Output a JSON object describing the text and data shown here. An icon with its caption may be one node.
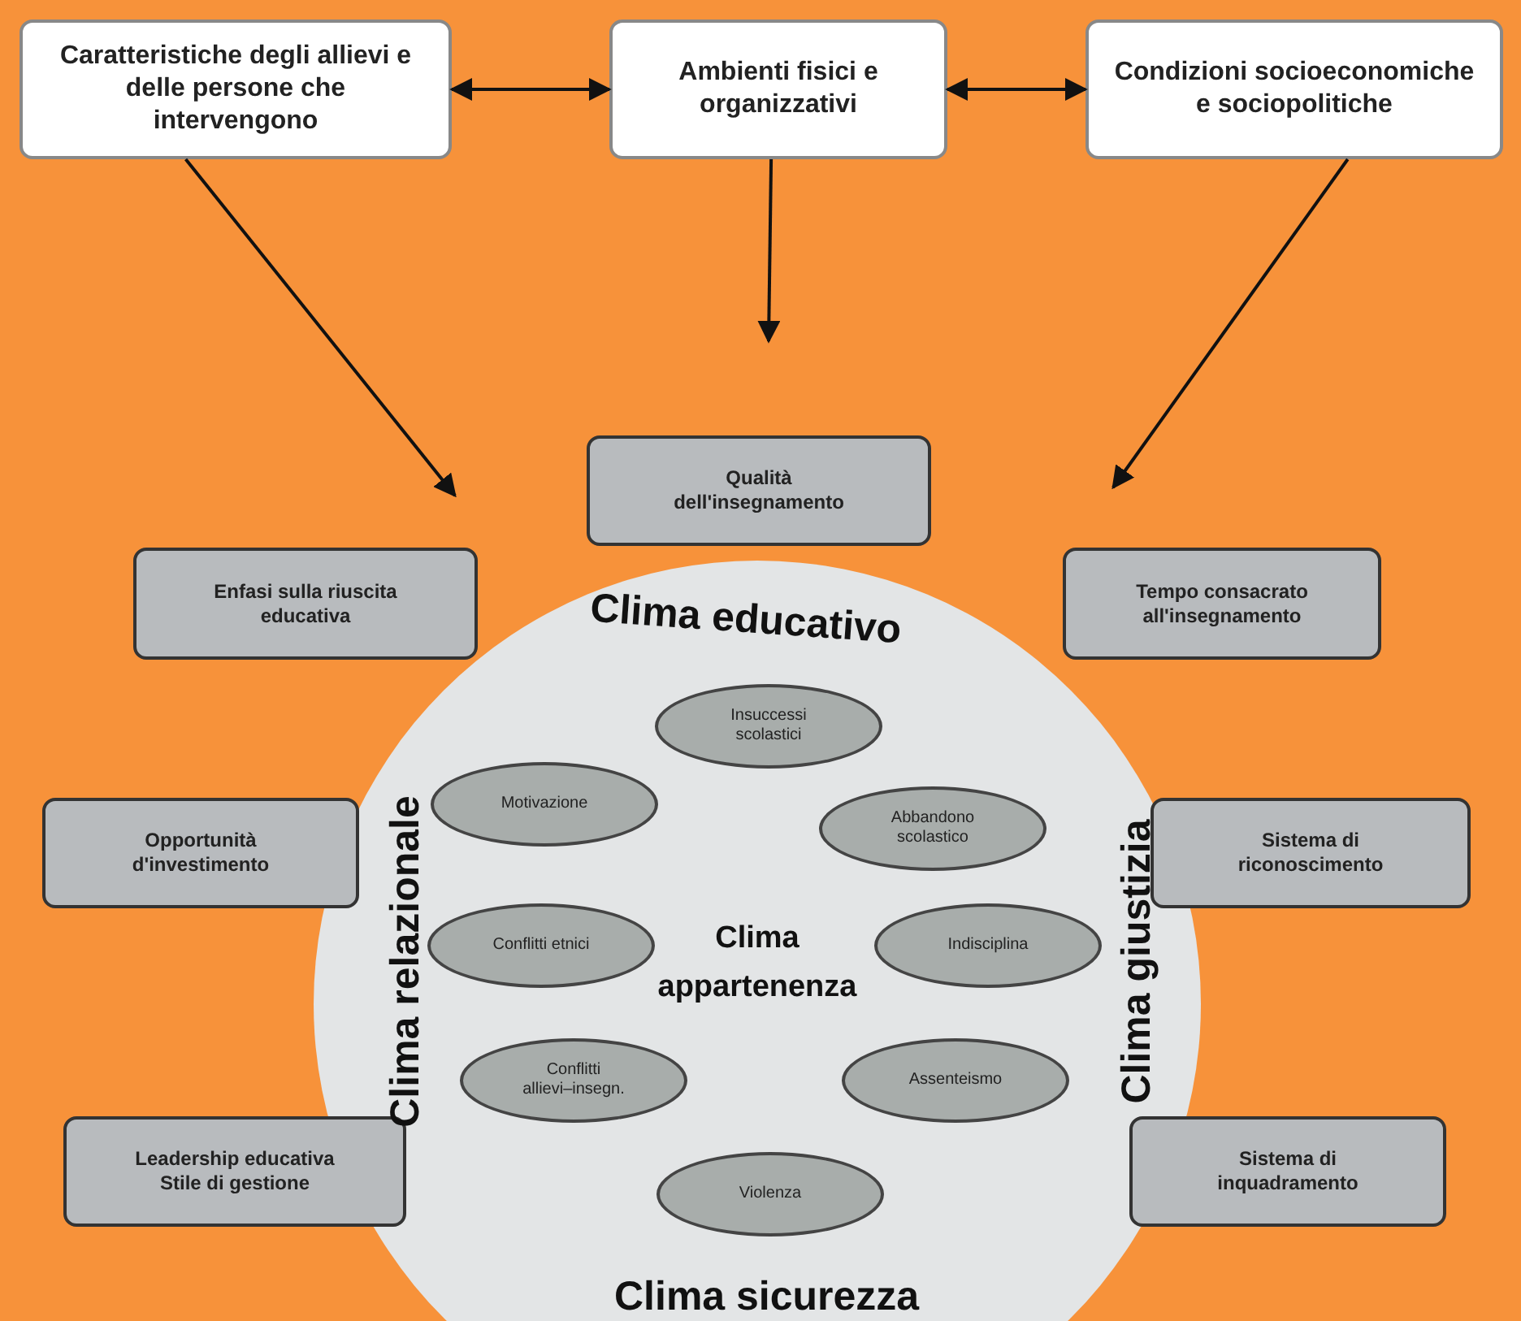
{
  "diagram": {
    "nodes": [
      {
        "text": [
          "Caratteristiche degli allievi e delle persone che intervengono"
        ]
      },
      {
        "text": [
          "Ambienti fisici e organizzativi"
        ]
      },
      {
        "text": [
          "Condizioni socioeconomiche e sociopolitiche"
        ]
      },
      {
        "text": [
          "Clima educativo",
          "Clima relazionale",
          "Clima giustizia",
          "Clima appartenenza",
          "Clima sicurezza"
        ]
      },
      {
        "text": [
          "Insuccessi scolastici"
        ],
        "in": 3
      },
      {
        "text": [
          "Motivazione"
        ],
        "in": 3
      },
      {
        "text": [
          "Abbandono scolastico"
        ],
        "in": 3
      },
      {
        "text": [
          "Conflitti etnici"
        ],
        "in": 3
      },
      {
        "text": [
          "Indisciplina"
        ],
        "in": 3
      },
      {
        "text": [
          "Conflitti allievi–insegn."
        ],
        "in": 3
      },
      {
        "text": [
          "Assenteismo"
        ],
        "in": 3
      },
      {
        "text": [
          "Violenza"
        ],
        "in": 3
      },
      {
        "text": [
          "Qualità dell'insegnamento"
        ]
      },
      {
        "text": [
          "Enfasi sulla riuscita educativa"
        ]
      },
      {
        "text": [
          "Tempo consacrato all'insegnamento"
        ]
      },
      {
        "text": [
          "Opportunità d'investimento"
        ]
      },
      {
        "text": [
          "Sistema di riconoscimento"
        ]
      },
      {
        "text": [
          "Leadership educativa Stile di gestione"
        ]
      },
      {
        "text": [
          "Sistema di inquadramento"
        ]
      }
    ],
    "edges": [
      {
        "from": 0,
        "to": 1,
        "arrow": "both"
      },
      {
        "from": 1,
        "to": 2,
        "arrow": "both"
      },
      {
        "from": 0,
        "to": null,
        "arrow": "to"
      },
      {
        "from": 1,
        "to": null,
        "arrow": "to"
      },
      {
        "from": 2,
        "to": null,
        "arrow": "to"
      }
    ]
  }
}
